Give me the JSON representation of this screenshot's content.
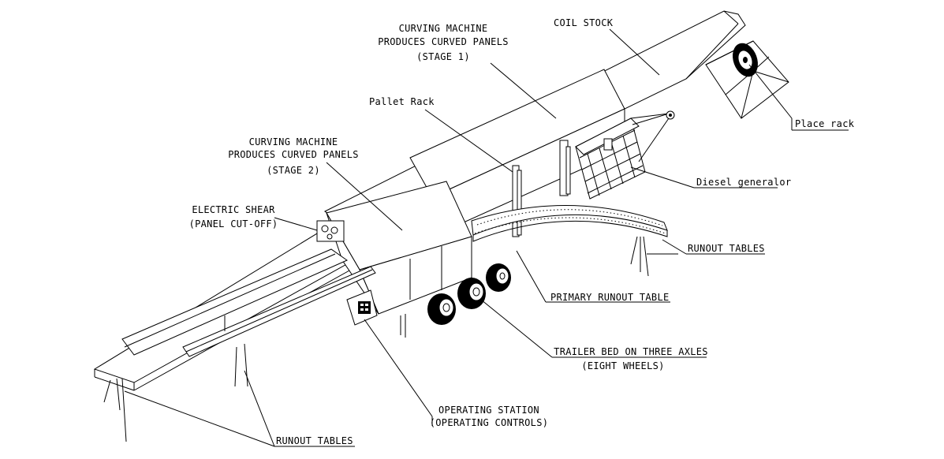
{
  "labels": {
    "coil_stock": "COIL STOCK",
    "curving_stage1": {
      "line1": "CURVING MACHINE",
      "line2": "PRODUCES CURVED PANELS",
      "line3": "(STAGE 1)"
    },
    "pallet_rack": "Pallet Rack",
    "place_rack": "Place rack",
    "curving_stage2": {
      "line1": "CURVING MACHINE",
      "line2": "PRODUCES CURVED PANELS",
      "line3": "(STAGE 2)"
    },
    "diesel_generator": "Diesel generalor",
    "electric_shear": {
      "line1": "ELECTRIC SHEAR",
      "line2": "(PANEL CUT-OFF)"
    },
    "runout_tables_right": "RUNOUT TABLES",
    "primary_runout_table": "PRIMARY RUNOUT TABLE",
    "trailer_bed": {
      "line1": "TRAILER BED ON THREE AXLES",
      "line2": "(EIGHT WHEELS)"
    },
    "operating_station": {
      "line1": "OPERATING STATION",
      "line2": "(OPERATING CONTROLS)"
    },
    "runout_tables_bottom": "RUNOUT TABLES"
  }
}
